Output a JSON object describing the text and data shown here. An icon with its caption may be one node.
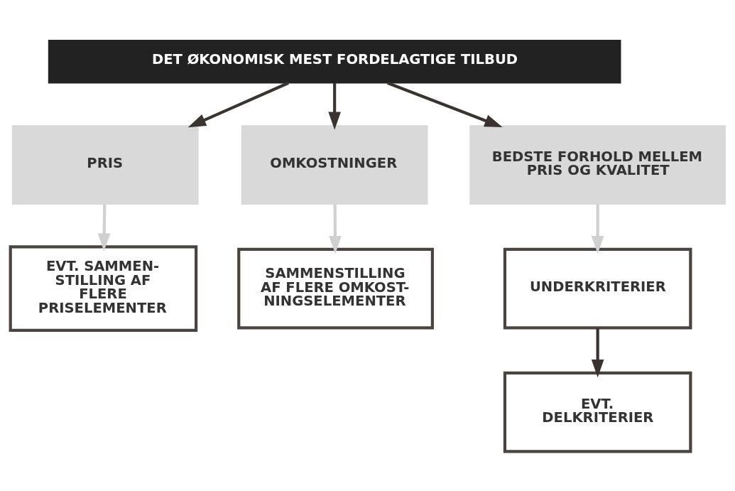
{
  "diagram": {
    "nodes": [
      {
        "text": [
          "DET ØKONOMISK MEST FORDELAGTIGE TILBUD"
        ]
      },
      {
        "text": [
          "PRIS"
        ]
      },
      {
        "text": [
          "OMKOSTNINGER"
        ]
      },
      {
        "text": [
          "BEDSTE FORHOLD MELLEM PRIS OG KVALITET"
        ]
      },
      {
        "text": [
          "EVT. SAMMEN- STILLING AF FLERE PRISELEMENTER"
        ]
      },
      {
        "text": [
          "SAMMENSTILLING AF FLERE OMKOST- NINGSELEMENTER"
        ]
      },
      {
        "text": [
          "UNDERKRITERIER"
        ]
      },
      {
        "text": [
          "EVT. DELKRITERIER"
        ]
      }
    ],
    "edges": [
      {
        "from": 0,
        "to": 1,
        "arrow": "to"
      },
      {
        "from": 0,
        "to": 2,
        "arrow": "to"
      },
      {
        "from": 0,
        "to": 3,
        "arrow": "to"
      },
      {
        "from": 1,
        "to": 4,
        "arrow": "to",
        "color": "#d0d0d0"
      },
      {
        "from": 2,
        "to": 5,
        "arrow": "to",
        "color": "#d0d0d0"
      },
      {
        "from": 3,
        "to": 6,
        "arrow": "to",
        "color": "#d0d0d0"
      },
      {
        "from": 6,
        "to": 7,
        "arrow": "to"
      }
    ]
  }
}
